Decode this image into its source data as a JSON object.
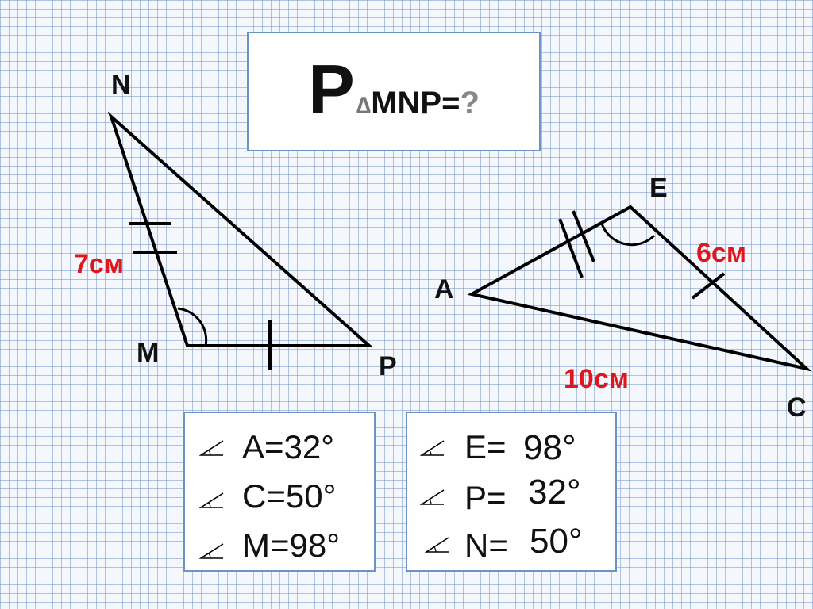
{
  "title": {
    "p": "P",
    "delta": "∆",
    "sub": "MNP=",
    "question": "?"
  },
  "triangle_mnp": {
    "vertices": {
      "n": "N",
      "m": "M",
      "p": "P"
    },
    "side_length": "7см"
  },
  "triangle_aec": {
    "vertices": {
      "a": "A",
      "e": "E",
      "c": "C"
    },
    "side_ec": "6см",
    "side_ac": "10см"
  },
  "angles_given": [
    {
      "text": "A=32°"
    },
    {
      "text": "C=50°"
    },
    {
      "text": "M=98°"
    }
  ],
  "angles_found": [
    {
      "text": "E=",
      "answer": "98°"
    },
    {
      "text": "P=",
      "answer": "32°"
    },
    {
      "text": "N=",
      "answer": "50°"
    }
  ],
  "colors": {
    "measure": "#e0161e",
    "box_border": "#6b93c6",
    "line": "#000000"
  }
}
